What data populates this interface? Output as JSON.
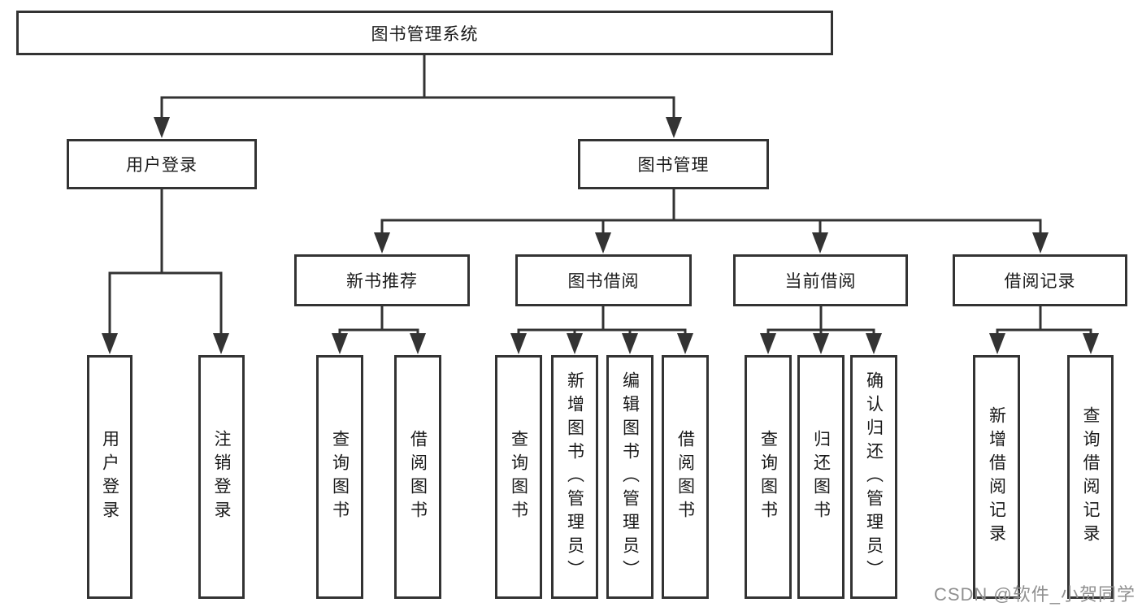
{
  "colors": {
    "line": "#333333",
    "box_border": "#333333",
    "box_fill": "#ffffff",
    "text": "#1a1a1a",
    "watermark": "#909090",
    "background": "#ffffff"
  },
  "tree": {
    "label": "图书管理系统",
    "children": [
      {
        "label": "用户登录",
        "children": [
          {
            "label": "用户登录"
          },
          {
            "label": "注销登录"
          }
        ]
      },
      {
        "label": "图书管理",
        "children": [
          {
            "label": "新书推荐",
            "children": [
              {
                "label": "查询图书"
              },
              {
                "label": "借阅图书"
              }
            ]
          },
          {
            "label": "图书借阅",
            "children": [
              {
                "label": "查询图书"
              },
              {
                "label": "新增图书（管理员）"
              },
              {
                "label": "编辑图书（管理员）"
              },
              {
                "label": "借阅图书"
              }
            ]
          },
          {
            "label": "当前借阅",
            "children": [
              {
                "label": "查询图书"
              },
              {
                "label": "归还图书"
              },
              {
                "label": "确认归还（管理员）"
              }
            ]
          },
          {
            "label": "借阅记录",
            "children": [
              {
                "label": "新增借阅记录"
              },
              {
                "label": "查询借阅记录"
              }
            ]
          }
        ]
      }
    ]
  },
  "watermark": {
    "text": "CSDN @软件_小贺同学"
  }
}
